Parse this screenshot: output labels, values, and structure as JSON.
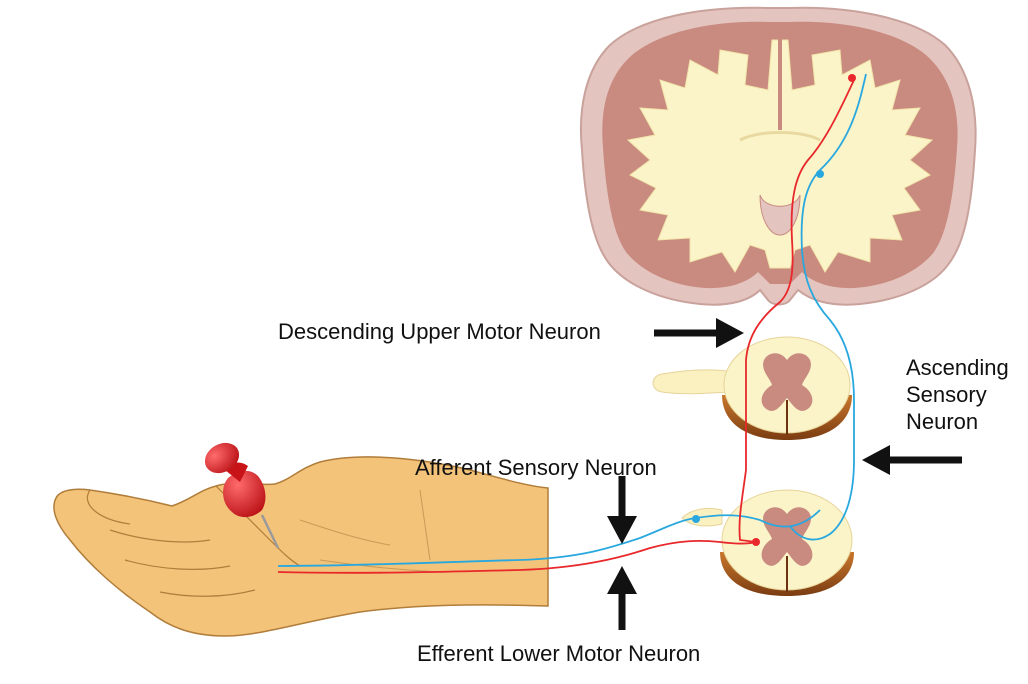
{
  "labels": {
    "descending": "Descending Upper Motor Neuron",
    "afferent": "Afferent Sensory Neuron",
    "efferent": "Efferent Lower Motor Neuron",
    "ascending_line1": "Ascending",
    "ascending_line2": "Sensory",
    "ascending_line3": "Neuron"
  },
  "colors": {
    "motor_neuron": "#e8282b",
    "sensory_neuron": "#29a8df",
    "white_matter": "#fbf4c9",
    "gray_matter": "#c98a80",
    "brain_outline": "#d8b3ae",
    "skin": "#f3c37a",
    "pin": "#d8171c",
    "arrow": "#111111"
  }
}
